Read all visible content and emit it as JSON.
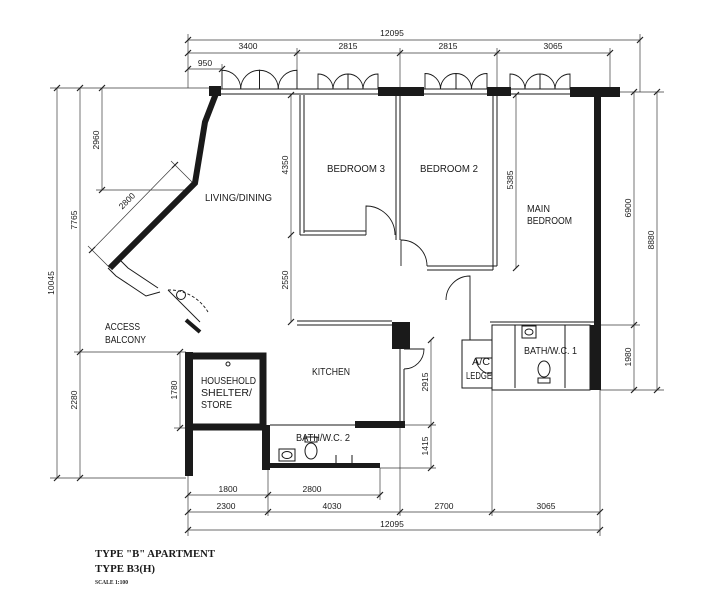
{
  "plan": {
    "title": "TYPE \"B\" APARTMENT",
    "subtitle": "TYPE B3(H)",
    "scale": "SCALE 1:100"
  },
  "rooms": {
    "living_dining": "LIVING/DINING",
    "bedroom_3": "BEDROOM 3",
    "bedroom_2": "BEDROOM 2",
    "main_bedroom": [
      "MAIN",
      "BEDROOM"
    ],
    "access_balcony": [
      "ACCESS",
      "BALCONY"
    ],
    "household_shelter": [
      "HOUSEHOLD",
      "SHELTER/",
      "STORE"
    ],
    "kitchen": "KITCHEN",
    "bath_wc_2": "BATH/W.C. 2",
    "bath_wc_1": "BATH/W.C. 1",
    "ac_ledge": [
      "A/C",
      "LEDGE"
    ]
  },
  "dimensions": {
    "top_overall": "12095",
    "top": [
      "3400",
      "2815",
      "2815",
      "3065"
    ],
    "top_offset": "950",
    "left": {
      "overall": "10045",
      "bay": "2960",
      "upper": "7765",
      "lower": "2280",
      "shelter": "1780",
      "diagonal": "2800"
    },
    "interior": {
      "bedroom_3": "4350",
      "living_lower": "2550",
      "main_bedroom": "5385",
      "kitchen": "2915",
      "bath_2": "1415"
    },
    "right": {
      "main_bedroom": "6900",
      "overall": "8880",
      "bath_1": "1980"
    },
    "bottom_inner": [
      "1800",
      "2800"
    ],
    "bottom": [
      "2300",
      "4030",
      "2700",
      "3065"
    ],
    "bottom_overall": "12095"
  },
  "colors": {
    "ink": "#1a1a1a",
    "background": "#ffffff"
  }
}
